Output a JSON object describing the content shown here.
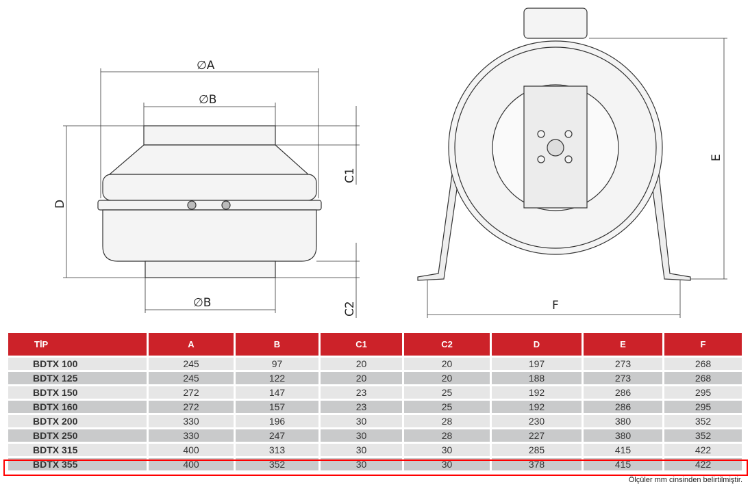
{
  "drawing": {
    "labels": {
      "a": "∅A",
      "b_top": "∅B",
      "b_bottom": "∅B",
      "d": "D",
      "c1": "C1",
      "c2": "C2",
      "e": "E",
      "f": "F"
    }
  },
  "table": {
    "headers": [
      "TİP",
      "A",
      "B",
      "C1",
      "C2",
      "D",
      "E",
      "F"
    ],
    "rows": [
      [
        "BDTX 100",
        "245",
        "97",
        "20",
        "20",
        "197",
        "273",
        "268"
      ],
      [
        "BDTX 125",
        "245",
        "122",
        "20",
        "20",
        "188",
        "273",
        "268"
      ],
      [
        "BDTX 150",
        "272",
        "147",
        "23",
        "25",
        "192",
        "286",
        "295"
      ],
      [
        "BDTX 160",
        "272",
        "157",
        "23",
        "25",
        "192",
        "286",
        "295"
      ],
      [
        "BDTX 200",
        "330",
        "196",
        "30",
        "28",
        "230",
        "380",
        "352"
      ],
      [
        "BDTX 250",
        "330",
        "247",
        "30",
        "28",
        "227",
        "380",
        "352"
      ],
      [
        "BDTX 315",
        "400",
        "313",
        "30",
        "30",
        "285",
        "415",
        "422"
      ],
      [
        "BDTX 355",
        "400",
        "352",
        "30",
        "30",
        "378",
        "415",
        "422"
      ]
    ],
    "highlighted_row": 7,
    "note": "Ölçüler mm cinsinden belirtilmiştir."
  },
  "colors": {
    "header": "#cc2229",
    "highlight": "#ff0000"
  }
}
